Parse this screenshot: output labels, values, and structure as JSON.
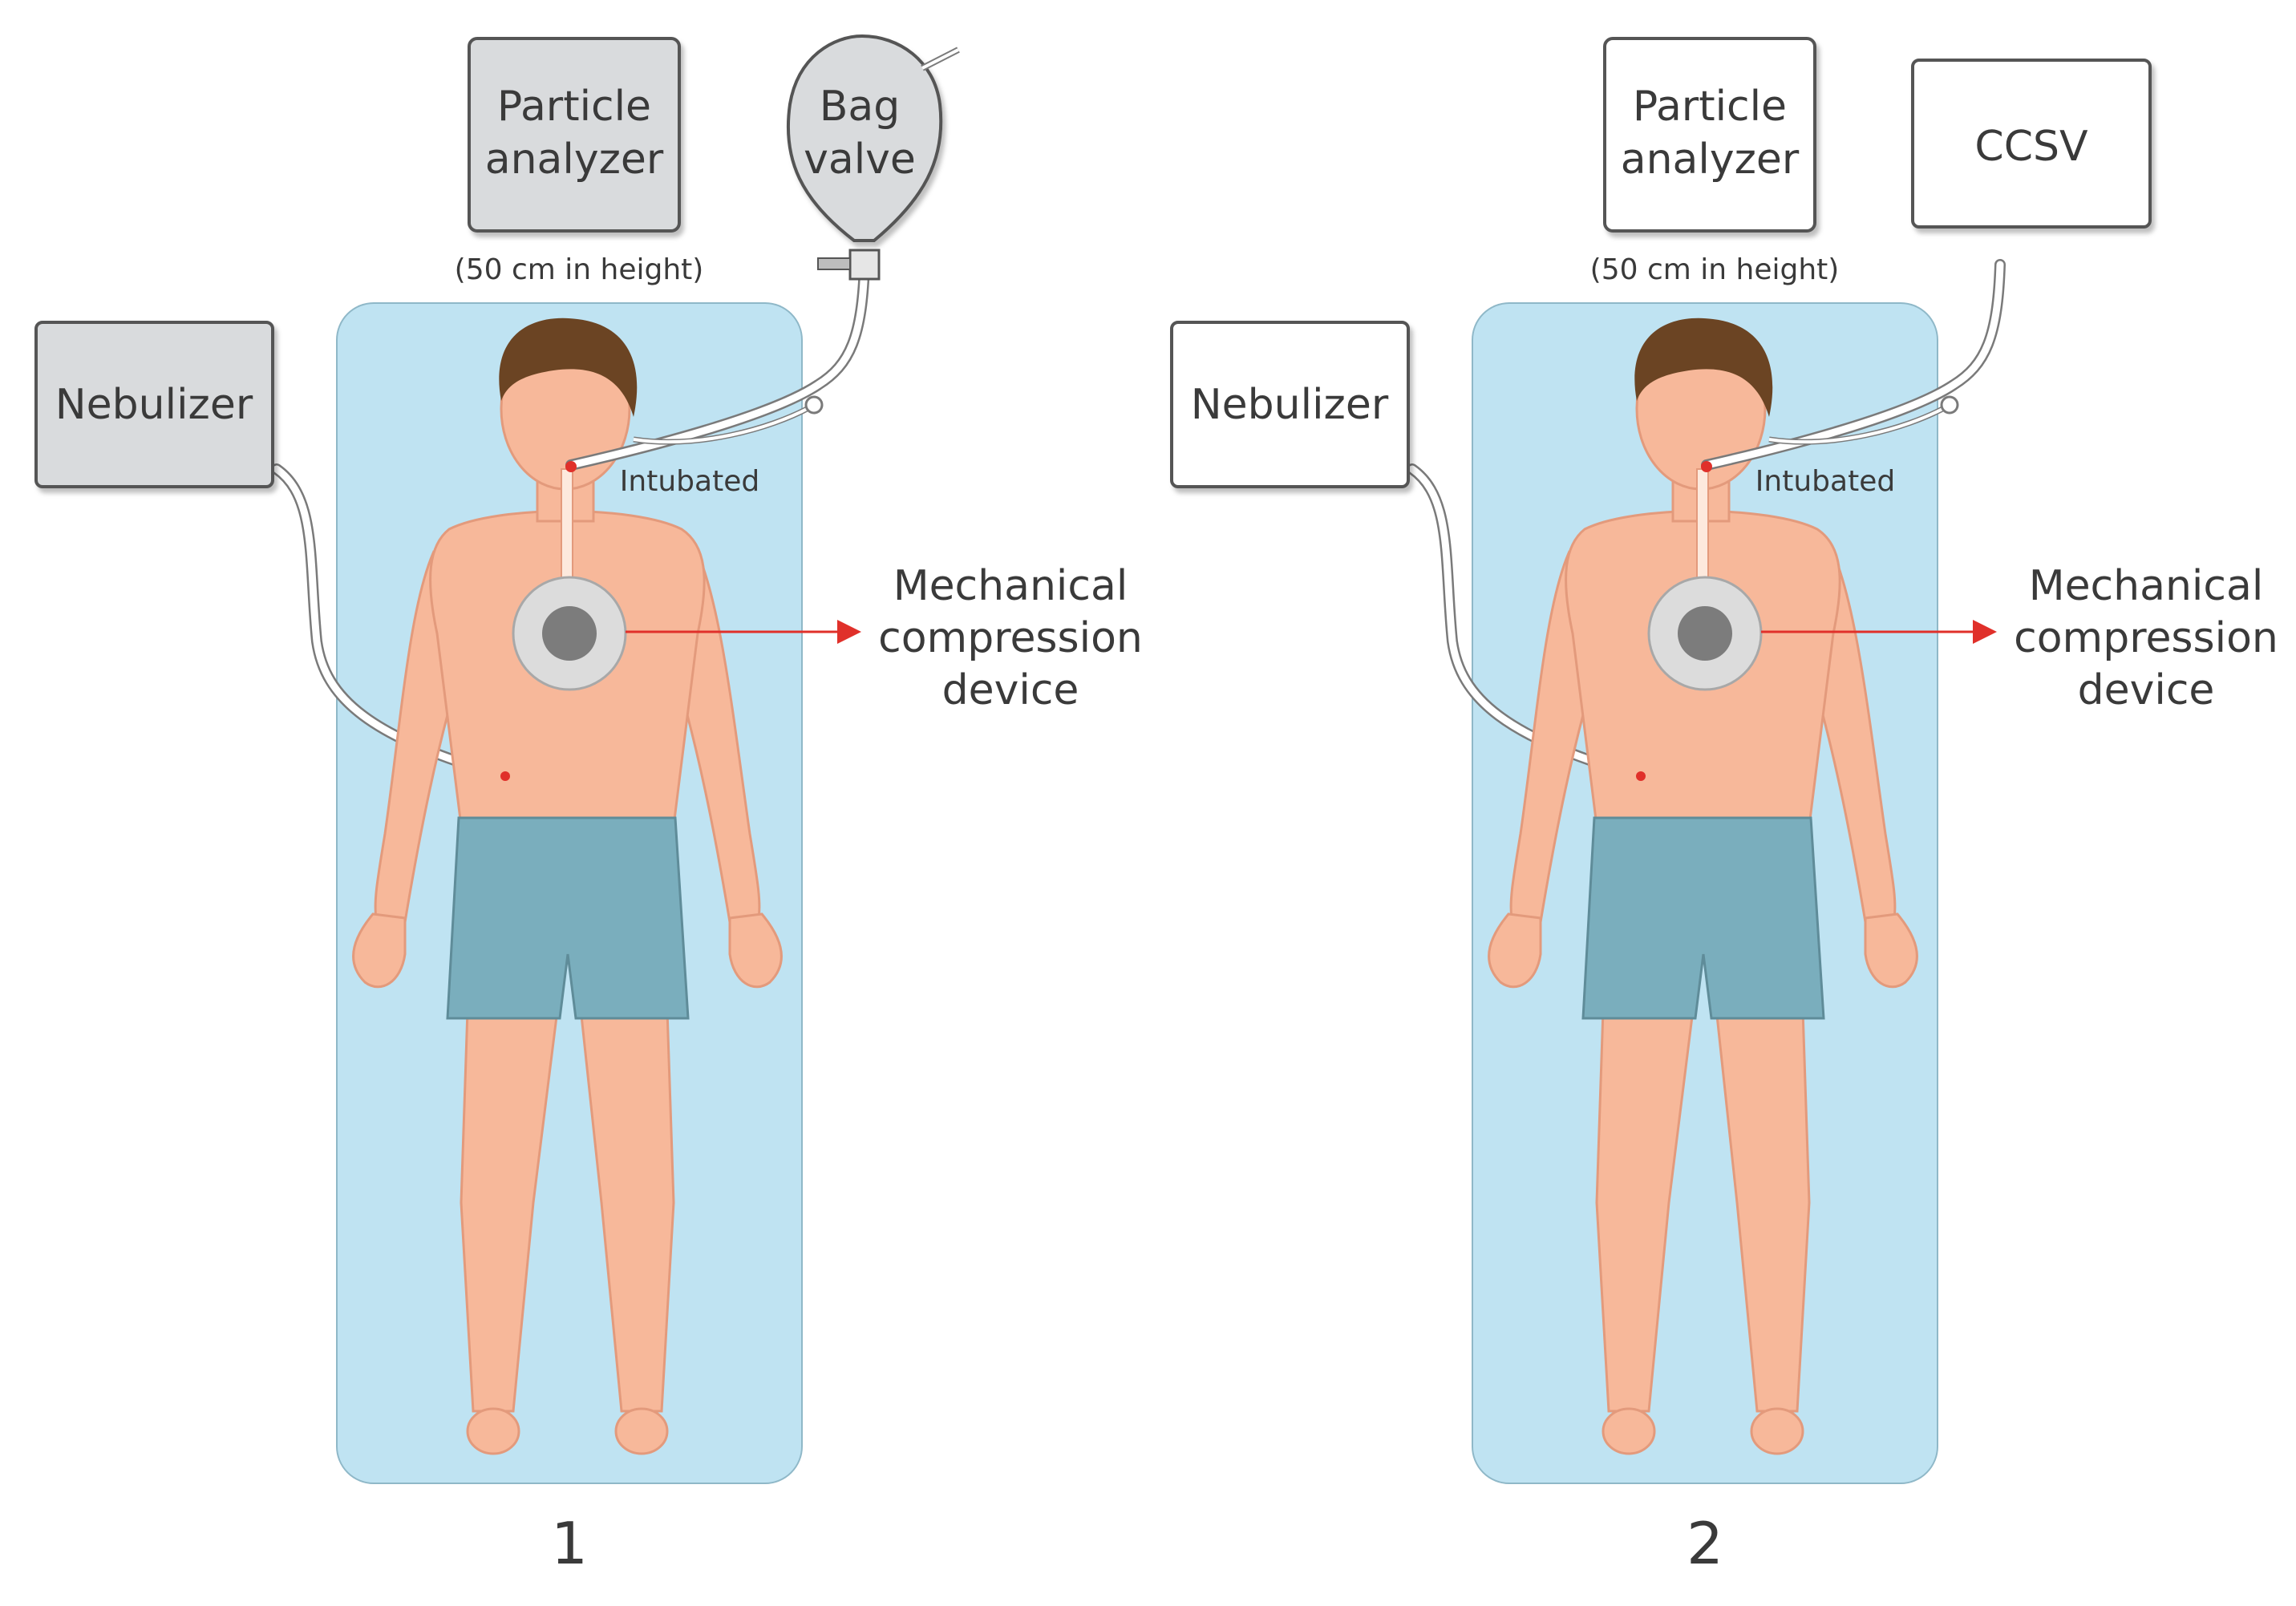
{
  "panels": [
    {
      "id": "panel-1",
      "number": "1",
      "particle_analyzer": [
        "Particle",
        "analyzer"
      ],
      "analyzer_note": "(50 cm in height)",
      "nebulizer": "Nebulizer",
      "ventilation_device": [
        "Bag",
        "valve"
      ],
      "ventilation_type": "bag-valve",
      "intubated": "Intubated",
      "compression": [
        "Mechanical",
        "compression",
        "device"
      ],
      "box_fill": "#d9dbdd"
    },
    {
      "id": "panel-2",
      "number": "2",
      "particle_analyzer": [
        "Particle",
        "analyzer"
      ],
      "analyzer_note": "(50 cm in height)",
      "nebulizer": "Nebulizer",
      "ventilation_device": [
        "CCSV"
      ],
      "ventilation_type": "box",
      "intubated": "Intubated",
      "compression": [
        "Mechanical",
        "compression",
        "device"
      ],
      "box_fill": "#ffffff"
    }
  ],
  "colors": {
    "mat": "#bfe3f2",
    "skin": "#f7b89a",
    "skin_line": "#e39a7c",
    "hair": "#6b4423",
    "shorts": "#7aaebd",
    "device_ring": "#dcdcdc",
    "device_center": "#7c7c7c",
    "arrow": "#e0302a",
    "tube": "#ffffff"
  }
}
